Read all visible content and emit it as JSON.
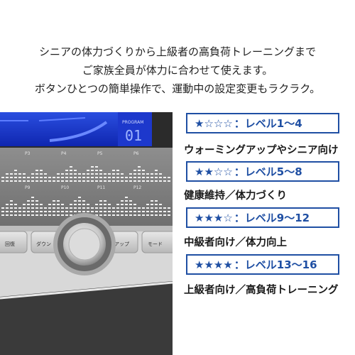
{
  "headline": {
    "line1": "シニアの体力づくりから上級者の高負荷トレーニングまで",
    "line2": "ご家族全員が体力に合わせて使えます。",
    "line3": "ボタンひとつの簡単操作で、運動中の設定変更もラクラク。"
  },
  "console": {
    "program_label": "PROGRAM",
    "program_number": "01",
    "program_labels": [
      "P3",
      "P4",
      "P5",
      "P6",
      "P9",
      "P10",
      "P11",
      "P12"
    ],
    "buttons": {
      "recovery": "回復",
      "down": "ダウン",
      "up": "アップ",
      "mode": "モード"
    }
  },
  "levels": [
    {
      "stars": "★☆☆☆",
      "label": "：レベル1～4",
      "caption": "ウォーミングアップやシニア向け"
    },
    {
      "stars": "★★☆☆",
      "label": "：レベル5～8",
      "caption": "健康維持／体力づくり"
    },
    {
      "stars": "★★★☆",
      "label": "：レベル9～12",
      "caption": "中級者向け／体力向上"
    },
    {
      "stars": "★★★★",
      "label": "：レベル13～16",
      "caption": "上級者向け／高負荷トレーニング"
    }
  ],
  "colors": {
    "accent": "#1f4fa3",
    "lcd": "#1230c8"
  }
}
